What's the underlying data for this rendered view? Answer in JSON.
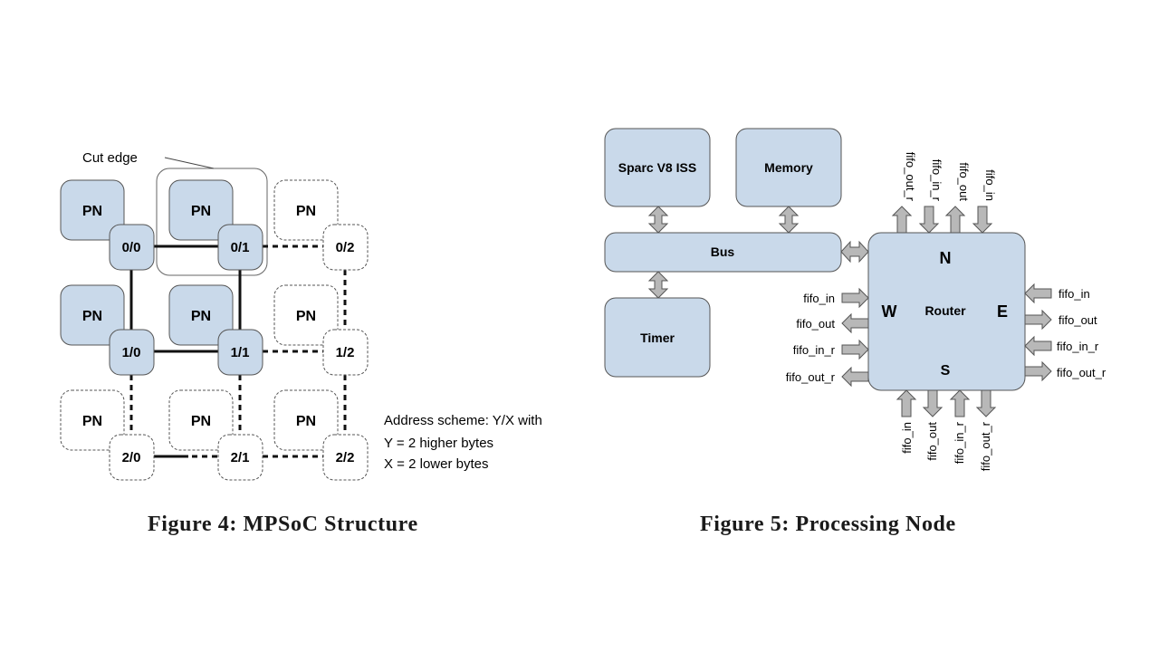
{
  "fig4": {
    "caption": "Figure 4: MPSoC Structure",
    "cut_edge_label": "Cut edge",
    "pn_label": "PN",
    "addresses": [
      "0/0",
      "0/1",
      "0/2",
      "1/0",
      "1/1",
      "1/2",
      "2/0",
      "2/1",
      "2/2"
    ],
    "address_note": [
      "Address scheme: Y/X with",
      "Y = 2 higher bytes",
      "X = 2 lower bytes"
    ]
  },
  "fig5": {
    "caption": "Figure 5: Processing Node",
    "blocks": {
      "cpu": "Sparc V8 ISS",
      "memory": "Memory",
      "bus": "Bus",
      "timer": "Timer",
      "router": "Router"
    },
    "directions": {
      "n": "N",
      "w": "W",
      "e": "E",
      "s": "S"
    },
    "north_ports": [
      "fifo_out_r",
      "fifo_in_r",
      "fifo_out",
      "fifo_in"
    ],
    "west_ports": [
      "fifo_in",
      "fifo_out",
      "fifo_in_r",
      "fifo_out_r"
    ],
    "east_ports": [
      "fifo_in",
      "fifo_out",
      "fifo_in_r",
      "fifo_out_r"
    ],
    "south_ports": [
      "fifo_in",
      "fifo_out",
      "fifo_in_r",
      "fifo_out_r"
    ]
  },
  "colors": {
    "node_fill": "#c9d9ea",
    "stroke": "#555555",
    "arrow_fill": "#b8b8b8"
  }
}
